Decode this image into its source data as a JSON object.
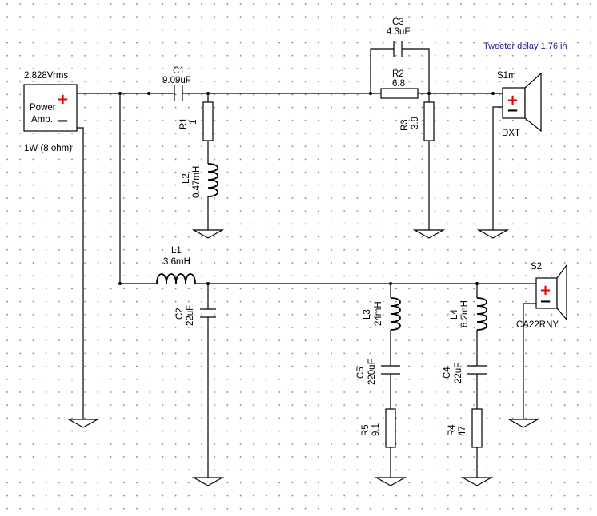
{
  "note": "Tweeter delay 1.76 in",
  "amp": {
    "voltage": "2.828Vrms",
    "name_line1": "Power",
    "name_line2": "Amp.",
    "power": "1W (8 ohm)"
  },
  "components": {
    "C1": {
      "ref": "C1",
      "value": "9.09uF"
    },
    "C2": {
      "ref": "C2",
      "value": "22uF"
    },
    "C3": {
      "ref": "C3",
      "value": "4.3uF"
    },
    "C4": {
      "ref": "C4",
      "value": "22uF"
    },
    "C5": {
      "ref": "C5",
      "value": "220uF"
    },
    "R1": {
      "ref": "R1",
      "value": "1"
    },
    "R2": {
      "ref": "R2",
      "value": "6.8"
    },
    "R3": {
      "ref": "R3",
      "value": "3.9"
    },
    "R4": {
      "ref": "R4",
      "value": "47"
    },
    "R5": {
      "ref": "R5",
      "value": "9.1"
    },
    "L1": {
      "ref": "L1",
      "value": "3.6mH"
    },
    "L2": {
      "ref": "L2",
      "value": "0.47mH"
    },
    "L3": {
      "ref": "L3",
      "value": "24mH"
    },
    "L4": {
      "ref": "L4",
      "value": "6.2mH"
    }
  },
  "speakers": {
    "S1": {
      "ref": "S1m",
      "model": "DXT"
    },
    "S2": {
      "ref": "S2",
      "model": "CA22RNY"
    }
  },
  "symbols": {
    "plus": "+",
    "minus": "−"
  }
}
